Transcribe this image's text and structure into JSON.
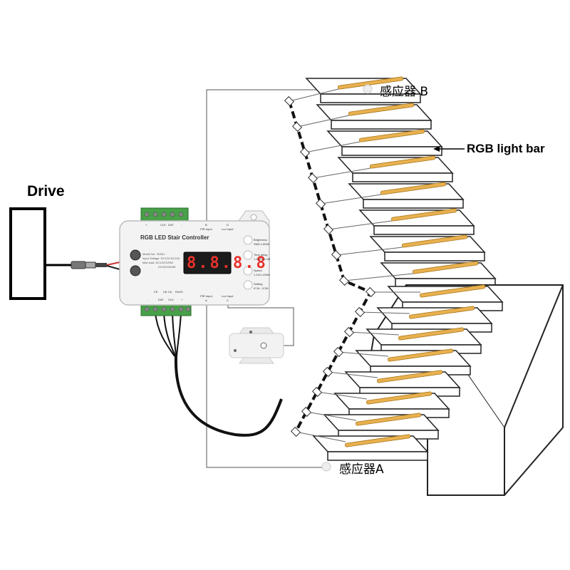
{
  "labels": {
    "drive": "Drive",
    "rgb_light_bar": "RGB light bar",
    "sensor_b": "感应器 B",
    "sensor_a": "感应器A"
  },
  "controller": {
    "title": "RGB LED Stair Controller",
    "display": "8.8.8.8",
    "info": [
      "Model No.: RGB-I",
      "Input Voltage: DC12V-DC24V",
      "Max load: DC12V/120W",
      "DC24V/240W"
    ],
    "top_terminals": [
      "+",
      "CLK",
      "DAT",
      "-"
    ],
    "bottom_terminals": [
      "-",
      "DAT",
      "CLK",
      "+"
    ],
    "ports": {
      "b": "B",
      "pir_input_top": "PIR Input",
      "d": "D",
      "lux_input_top": "Lux Input",
      "pir_input_bottom": "PIR Input",
      "a": "A",
      "lux_input_bottom": "Lux Input",
      "c": "C"
    },
    "buttons": [
      {
        "label": "Brightness",
        "sub": "SM0-1-8009"
      },
      {
        "label": "Time delay",
        "sub": "1-1/1F-1L/3R"
      },
      {
        "label": "Speed",
        "sub": "1-10/1-100M"
      },
      {
        "label": "Setting",
        "sub": "IC16 - IC36"
      }
    ],
    "cert": [
      "CE",
      "UK CA",
      "RoHS"
    ]
  },
  "colors": {
    "strip": "#e8b14f",
    "strip_edge": "#a8741a",
    "line": "#555555",
    "box": "#f3f3f3"
  }
}
